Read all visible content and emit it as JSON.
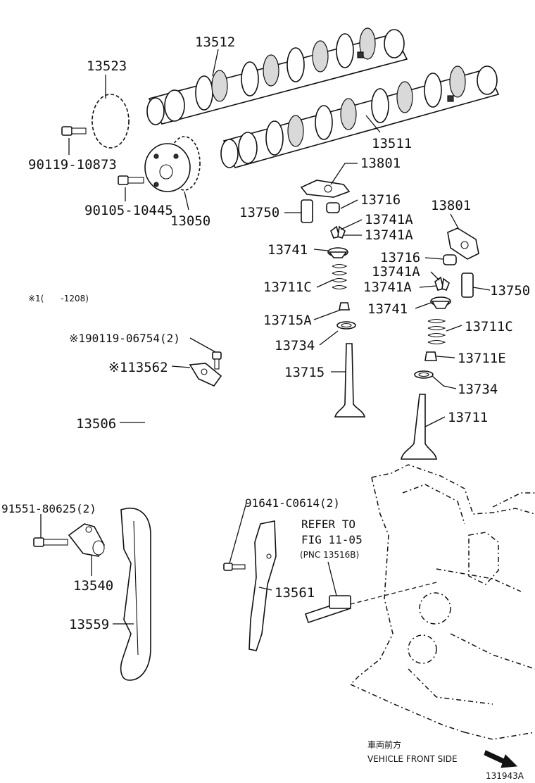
{
  "diagram": {
    "labels": {
      "p13512": "13512",
      "p13523": "13523",
      "p90119_10873": "90119-10873",
      "p13511": "13511",
      "p90105_10445": "90105-10445",
      "p13050": "13050",
      "p13801a": "13801",
      "p13716a": "13716",
      "p13750a": "13750",
      "p13741Aa": "13741A",
      "p13741Ab": "13741A",
      "p13741a": "13741",
      "p13711Ca": "13711C",
      "p13715A": "13715A",
      "p13734a": "13734",
      "p13715": "13715",
      "p13801b": "13801",
      "p13716b": "13716",
      "p13741Ac": "13741A",
      "p13741Ad": "13741A",
      "p13750b": "13750",
      "p13741b": "13741",
      "p13711Cb": "13711C",
      "p13711E": "13711E",
      "p13734b": "13734",
      "p13711": "13711",
      "note_range": "※1(　　-1208)",
      "p90119_06754": "※190119-06754(2)",
      "p13562": "※113562",
      "p13506": "13506",
      "p91551_80625": "91551-80625(2)",
      "p91641_C0614": "91641-C0614(2)",
      "p13540": "13540",
      "p13559": "13559",
      "p13561": "13561",
      "refer_line1": "REFER TO",
      "refer_line2": "FIG 11-05",
      "refer_line3": "(PNC 13516B)",
      "front_jp": "車両前方",
      "front_en": "VEHICLE FRONT SIDE",
      "figure_id": "131943A"
    }
  }
}
